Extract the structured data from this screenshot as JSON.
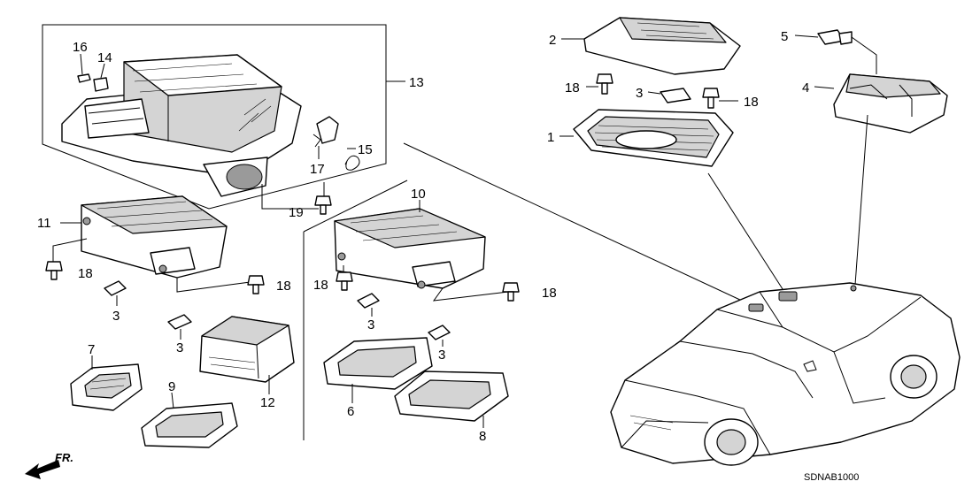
{
  "diagram": {
    "callouts": [
      {
        "id": "c1",
        "text": "1"
      },
      {
        "id": "c2",
        "text": "2"
      },
      {
        "id": "c3a",
        "text": "3"
      },
      {
        "id": "c3b",
        "text": "3"
      },
      {
        "id": "c3c",
        "text": "3"
      },
      {
        "id": "c3d",
        "text": "3"
      },
      {
        "id": "c3e",
        "text": "3"
      },
      {
        "id": "c4",
        "text": "4"
      },
      {
        "id": "c5",
        "text": "5"
      },
      {
        "id": "c6",
        "text": "6"
      },
      {
        "id": "c7",
        "text": "7"
      },
      {
        "id": "c8",
        "text": "8"
      },
      {
        "id": "c9",
        "text": "9"
      },
      {
        "id": "c10",
        "text": "10"
      },
      {
        "id": "c11",
        "text": "11"
      },
      {
        "id": "c12",
        "text": "12"
      },
      {
        "id": "c13",
        "text": "13"
      },
      {
        "id": "c14",
        "text": "14"
      },
      {
        "id": "c15",
        "text": "15"
      },
      {
        "id": "c16",
        "text": "16"
      },
      {
        "id": "c17",
        "text": "17"
      },
      {
        "id": "c18a",
        "text": "18"
      },
      {
        "id": "c18b",
        "text": "18"
      },
      {
        "id": "c18c",
        "text": "18"
      },
      {
        "id": "c18d",
        "text": "18"
      },
      {
        "id": "c18e",
        "text": "18"
      },
      {
        "id": "c18f",
        "text": "18"
      },
      {
        "id": "c19",
        "text": "19"
      }
    ],
    "direction_label": "FR.",
    "diagram_code": "SDNAB1000"
  }
}
